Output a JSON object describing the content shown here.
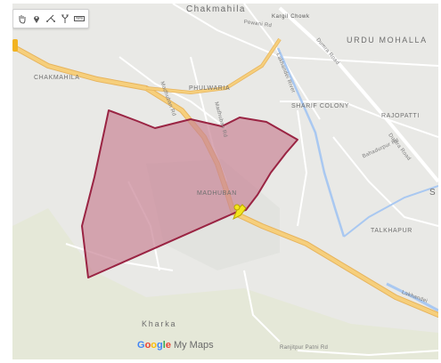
{
  "colors": {
    "land": "#e9e9e6",
    "green": "#e3e8d3",
    "major_road": "#f6cf7c",
    "major_road_edge": "#e7b45d",
    "minor_road": "#ffffff",
    "river": "#a9c8f1",
    "polygon_fill": "#c98596",
    "polygon_stroke": "#9a2443",
    "pin": "#f4e51c",
    "google_blue": "#4285f4",
    "google_red": "#ea4335",
    "google_yellow": "#fbbc05",
    "google_green": "#34a853"
  },
  "toolbar": [
    {
      "name": "hand-tool-button",
      "icon": "hand-icon"
    },
    {
      "name": "add-marker-button",
      "icon": "marker-icon"
    },
    {
      "name": "draw-line-button",
      "icon": "line-icon"
    },
    {
      "name": "directions-button",
      "icon": "directions-icon"
    },
    {
      "name": "measure-button",
      "icon": "ruler-icon"
    }
  ],
  "labels": {
    "chakmahila_top": "Chakmahila",
    "kargil_chowk": "Kargil Chowk",
    "urdu_mohalla": "URDU MOHALLA",
    "chakmahila_left": "CHAKMAHILA",
    "phulwaria": "PHULWARIA",
    "sharif_colony": "SHARIF COLONY",
    "rajopatti": "RAJOPATTI",
    "madhuban": "MADHUBAN",
    "talkhapur": "TALKHAPUR",
    "kharka": "Kharka",
    "s_edge": "S",
    "madhuban_rd_1": "Madhuban Rd",
    "madhuban_rd_2": "Madhuban Rd",
    "dumra_rd_1": "Dumra Road",
    "dumra_rd_2": "Dumra Road",
    "lakhandei_1": "Lakhandei River",
    "lakhandei_2": "Lakhandei",
    "bahadurpur_rd": "Bahadurpur Rd",
    "ranjitpur_rd": "Ranjitpur Patni Rd",
    "partial_top": "Pewani Rd"
  },
  "branding": {
    "g1": "G",
    "g2": "o",
    "g3": "o",
    "g4": "g",
    "g5": "l",
    "g6": "e",
    "suffix": "My Maps"
  }
}
